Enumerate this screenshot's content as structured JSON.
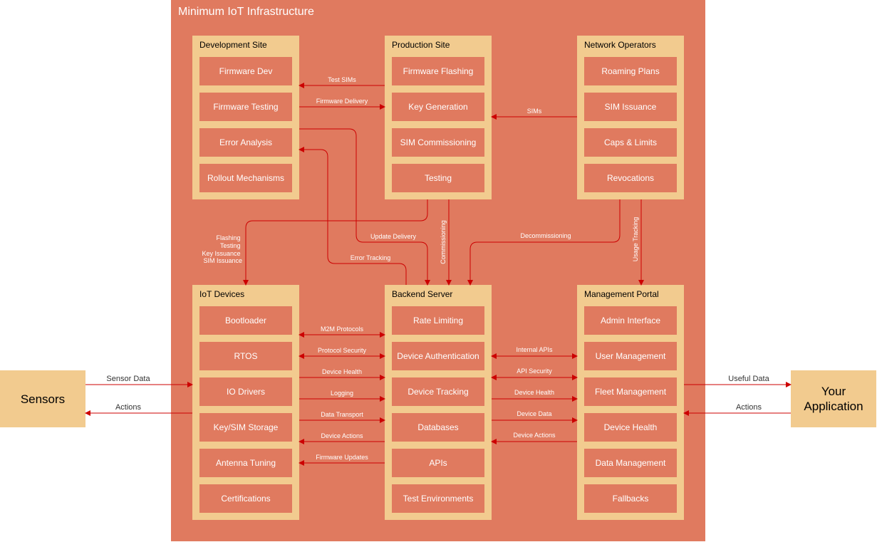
{
  "diagram": {
    "title": "Minimum IoT Infrastructure",
    "groups": [
      {
        "id": "dev",
        "title": "Development Site",
        "items": [
          "Firmware Dev",
          "Firmware Testing",
          "Error Analysis",
          "Rollout Mechanisms"
        ]
      },
      {
        "id": "prod",
        "title": "Production Site",
        "items": [
          "Firmware Flashing",
          "Key Generation",
          "SIM Commissioning",
          "Testing"
        ]
      },
      {
        "id": "netops",
        "title": "Network Operators",
        "items": [
          "Roaming Plans",
          "SIM Issuance",
          "Caps & Limits",
          "Revocations"
        ]
      },
      {
        "id": "iot",
        "title": "IoT Devices",
        "items": [
          "Bootloader",
          "RTOS",
          "IO Drivers",
          "Key/SIM Storage",
          "Antenna Tuning",
          "Certifications"
        ]
      },
      {
        "id": "backend",
        "title": "Backend Server",
        "items": [
          "Rate Limiting",
          "Device Authentication",
          "Device Tracking",
          "Databases",
          "APIs",
          "Test Environments"
        ]
      },
      {
        "id": "portal",
        "title": "Management Portal",
        "items": [
          "Admin Interface",
          "User Management",
          "Fleet Management",
          "Device Health",
          "Data Management",
          "Fallbacks"
        ]
      }
    ],
    "external": {
      "sensors": "Sensors",
      "application": "Your\nApplication"
    },
    "edge_labels": {
      "test_sims": "Test SIMs",
      "firmware_delivery": "Firmware Delivery",
      "sims": "SIMs",
      "flashing_block": [
        "Flashing",
        "Testing",
        "Key Issuance",
        "SIM Issuance"
      ],
      "update_delivery": "Update Delivery",
      "error_tracking": "Error Tracking",
      "commissioning": "Commissioning",
      "decommissioning": "Decommissioning",
      "usage_tracking": "Usage Tracking",
      "m2m_protocols": "M2M Protocols",
      "protocol_security": "Protocol Security",
      "device_health_iot": "Device Health",
      "logging": "Logging",
      "data_transport": "Data Transport",
      "device_actions_iot": "Device Actions",
      "firmware_updates": "Firmware Updates",
      "internal_apis": "Internal APIs",
      "api_security": "API Security",
      "device_health_portal": "Device Health",
      "device_data": "Device Data",
      "device_actions_portal": "Device Actions",
      "sensor_data": "Sensor Data",
      "actions_sensors": "Actions",
      "useful_data": "Useful Data",
      "actions_app": "Actions"
    },
    "colors": {
      "container": "#e07a5f",
      "group": "#f2cb8f",
      "edge": "#cc0000",
      "text_light": "#ffffff"
    }
  }
}
